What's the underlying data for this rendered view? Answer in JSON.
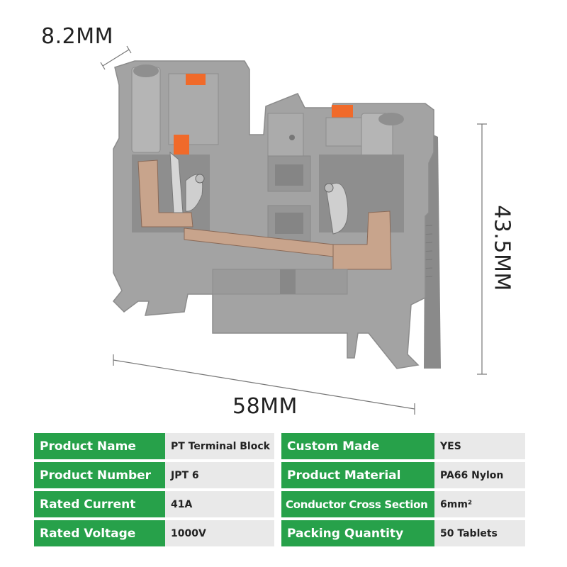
{
  "dimensions": {
    "width": "8.2MM",
    "height": "43.5MM",
    "length": "58MM"
  },
  "colors": {
    "label_bg": "#27a14a",
    "value_bg": "#e9e9e9",
    "housing": "#9c9c9c",
    "spring_button": "#f06a2a",
    "contact": "#c8a48c"
  },
  "specs": [
    {
      "label_left": "Product Name",
      "value_left": "PT Terminal Block",
      "label_right": "Custom Made",
      "value_right": "YES"
    },
    {
      "label_left": "Product Number",
      "value_left": "JPT 6",
      "label_right": "Product Material",
      "value_right": "PA66 Nylon"
    },
    {
      "label_left": "Rated Current",
      "value_left": "41A",
      "label_right": "Conductor Cross Section",
      "value_right": "6mm²"
    },
    {
      "label_left": "Rated Voltage",
      "value_left": "1000V",
      "label_right": "Packing Quantity",
      "value_right": "50 Tablets"
    }
  ]
}
